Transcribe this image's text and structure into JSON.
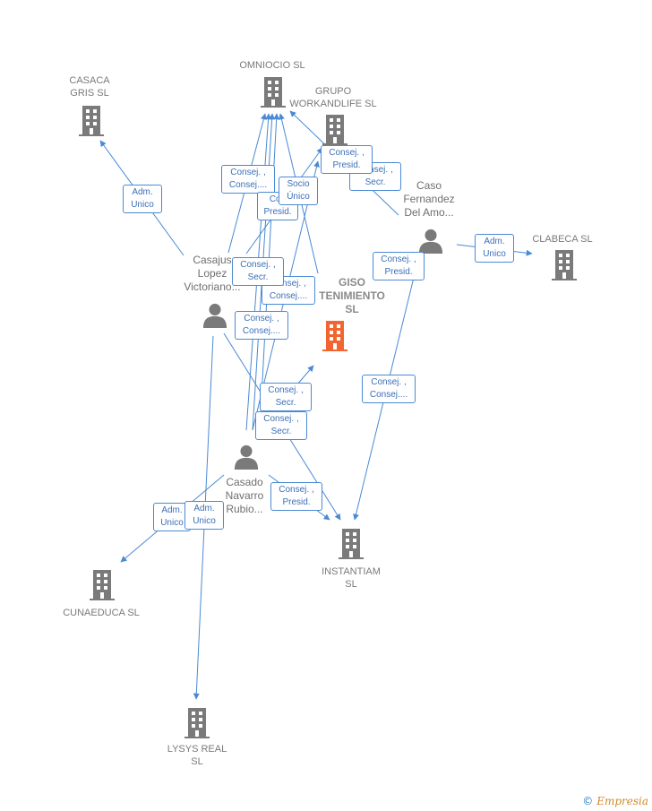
{
  "colors": {
    "edge": "#4a8ad4",
    "company": "#7a7a7a",
    "main_company": "#f26531",
    "person": "#7a7a7a"
  },
  "companies": {
    "omniocio": {
      "lines": [
        "OMNIOCIO SL"
      ],
      "icon": "building-icon"
    },
    "casaca": {
      "lines": [
        "CASACA",
        "GRIS SL"
      ],
      "icon": "building-icon"
    },
    "grupo": {
      "lines": [
        "GRUPO",
        "WORKANDLIFE SL"
      ],
      "icon": "building-icon"
    },
    "clabeca": {
      "lines": [
        "CLABECA SL"
      ],
      "icon": "building-icon"
    },
    "giso": {
      "lines": [
        "GISO",
        "TENIMIENTO",
        "SL"
      ],
      "icon": "building-icon-highlight"
    },
    "instantiam": {
      "lines": [
        "INSTANTIAM",
        "SL"
      ],
      "icon": "building-icon"
    },
    "cunaeduca": {
      "lines": [
        "CUNAEDUCA SL"
      ],
      "icon": "building-icon"
    },
    "lysys": {
      "lines": [
        "LYSYS REAL",
        "SL"
      ],
      "icon": "building-icon"
    }
  },
  "people": {
    "casajus": {
      "lines": [
        "Casajus",
        "Lopez",
        "Victoriano..."
      ],
      "icon": "person-icon"
    },
    "caso": {
      "lines": [
        "Caso",
        "Fernandez",
        "Del Amo..."
      ],
      "icon": "person-icon"
    },
    "casado": {
      "lines": [
        "Casado",
        "Navarro",
        "Rubio..."
      ],
      "icon": "person-icon"
    }
  },
  "edge_labels": {
    "casajus_casaca": [
      "Adm.",
      "Unico"
    ],
    "consej_consej_top": [
      "Consej. ,",
      "Consej...."
    ],
    "con_presid": [
      "Con",
      "Presid."
    ],
    "socio_unico": [
      "Socio",
      "Único"
    ],
    "consej_presid_grupo": [
      "Consej. ,",
      "Presid."
    ],
    "consej_secr_grupo": [
      "Consej. ,",
      "Secr."
    ],
    "consej_secr_mid": [
      "Consej. ,",
      "Secr."
    ],
    "consej_consej_mid": [
      "Consej. ,",
      "Consej...."
    ],
    "consej_consej_low": [
      "Consej. ,",
      "Consej...."
    ],
    "caso_clabeca": [
      "Adm.",
      "Unico"
    ],
    "caso_presid": [
      "Consej. ,",
      "Presid."
    ],
    "consej_secr_giso": [
      "Consej. ,",
      "Secr."
    ],
    "consej_secr_giso2": [
      "Consej. ,",
      "Secr."
    ],
    "caso_instantiam": [
      "Consej. ,",
      "Consej...."
    ],
    "casado_instantiam": [
      "Consej. ,",
      "Presid."
    ],
    "adm_unico_cuna": [
      "Adm.",
      "Unico"
    ],
    "adm_unico_lysys": [
      "Adm.",
      "Unico"
    ]
  },
  "footer": {
    "copyright": "©",
    "brand": "Empresia"
  }
}
